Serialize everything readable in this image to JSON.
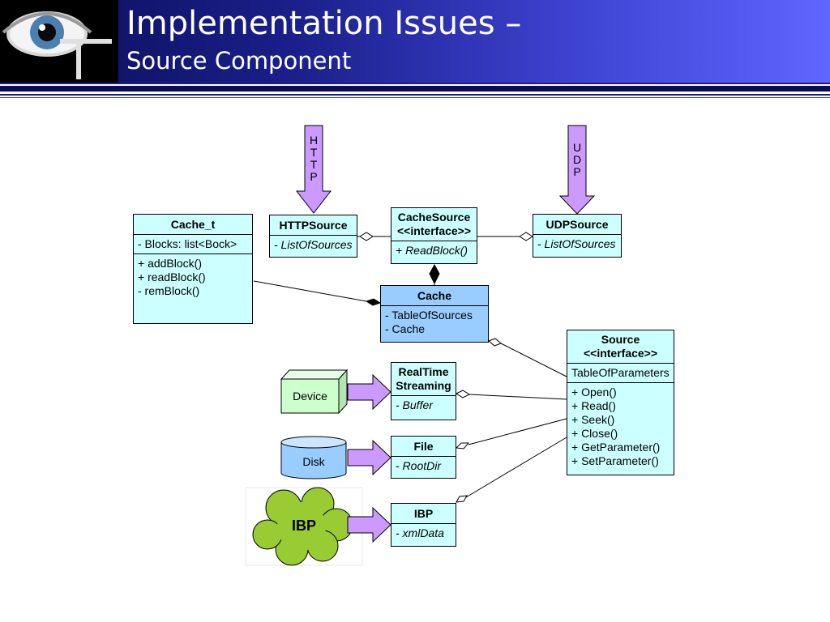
{
  "slide": {
    "title_line1": "Implementation Issues –",
    "title_line2": "Source Component",
    "colors": {
      "header_dark": "#0a0d55",
      "header_light": "#6066ff",
      "class_fill": "#ccffff",
      "class_fill_active": "#99ccff",
      "arrow_fill": "#cc99ff",
      "device_fill": "#ccffcc",
      "disk_fill": "#99ccff",
      "cloud_fill": "#99cc33"
    }
  },
  "logo": {
    "icon": "eye-logo-icon"
  },
  "arrows": {
    "http_label": "HTTP",
    "udp_label": "UDP"
  },
  "classes": {
    "cache_t": {
      "name": "Cache_t",
      "attributes": [
        "- Blocks: list<Bock>"
      ],
      "methods": [
        "+ addBlock()",
        "+ readBlock()",
        "- remBlock()"
      ]
    },
    "http_source": {
      "name": "HTTPSource",
      "attributes": [
        "- ListOfSources"
      ]
    },
    "cache_source": {
      "name": "CacheSource",
      "stereotype": "<<interface>>",
      "methods": [
        "+ ReadBlock()"
      ]
    },
    "udp_source": {
      "name": "UDPSource",
      "attributes": [
        "- ListOfSources"
      ]
    },
    "cache": {
      "name": "Cache",
      "attributes": [
        "- TableOfSources",
        "- Cache"
      ]
    },
    "source": {
      "name": "Source",
      "stereotype": "<<interface>>",
      "attributes": [
        "TableOfParameters"
      ],
      "methods": [
        "+ Open()",
        "+ Read()",
        "+ Seek()",
        "+ Close()",
        "+ GetParameter()",
        "+ SetParameter()"
      ]
    },
    "realtime": {
      "name_line1": "RealTime",
      "name_line2": "Streaming",
      "attributes": [
        "- Buffer"
      ]
    },
    "file": {
      "name": "File",
      "attributes": [
        "- RootDir"
      ]
    },
    "ibp": {
      "name": "IBP",
      "attributes": [
        "- xmlData"
      ]
    }
  },
  "shapes": {
    "device": "Device",
    "disk": "Disk",
    "cloud": "IBP"
  }
}
